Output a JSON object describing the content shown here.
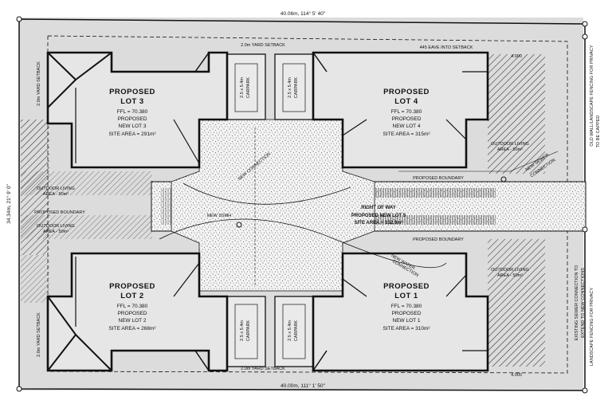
{
  "dimensions": {
    "top": "40.06m, 114° 5' 40\"",
    "bottom": "40.00m, 111° 1' 50\"",
    "left": "34.34m, 21° 9' 0\""
  },
  "setbacks": {
    "top": "2.0m YARD SETBACK",
    "bottom": "2.0m YARD SETBACK",
    "left_top": "2.0m YARD SETBACK",
    "left_bottom": "2.0m YARD SETBACK",
    "eave": "445 EAVE INTO SETBACK",
    "level_a": "4.000",
    "level_b": "4.000"
  },
  "lots": [
    {
      "id": "lot3",
      "title": "PROPOSED",
      "name": "LOT 3",
      "ffl": "FFL = 70.380",
      "sub1": "PROPOSED",
      "sub2": "NEW LOT 3",
      "area": "SITE AREA = 291m²"
    },
    {
      "id": "lot4",
      "title": "PROPOSED",
      "name": "LOT 4",
      "ffl": "FFL = 70.380",
      "sub1": "PROPOSED",
      "sub2": "NEW LOT 4",
      "area": "SITE AREA = 315m²"
    },
    {
      "id": "lot2",
      "title": "PROPOSED",
      "name": "LOT 2",
      "ffl": "FFL = 70.380",
      "sub1": "PROPOSED",
      "sub2": "NEW LOT 2",
      "area": "SITE AREA = 268m²"
    },
    {
      "id": "lot1",
      "title": "PROPOSED",
      "name": "LOT 1",
      "ffl": "FFL = 70.380",
      "sub1": "PROPOSED",
      "sub2": "NEW LOT 1",
      "area": "SITE AREA = 310m²"
    }
  ],
  "carpark": {
    "size": "2.5 x 5.4m",
    "label": "CARPARK"
  },
  "right_of_way": {
    "line1": "RIGHT OF WAY",
    "line2": "PROPOSED NEW LOT 5",
    "line3": "SITE AREA = 152.9m²"
  },
  "labels": {
    "boundary": "PROPOSED BOUNDARY",
    "boundary_short": "PROPOSED BOUNDARY",
    "outdoor_living": "OUTDOOR LIVING",
    "outdoor_area": "AREA - 50m²",
    "new_ssmh": "NEW SSMH",
    "new_water": "NEW WATER",
    "connection": "CONNECTION",
    "new_sewer": "NEW SEWER",
    "new_connection": "NEW CONNECTION"
  },
  "right_side": {
    "fence_note": "OLD WALL/LANDSCAPE FENCING FOR PRIVACY",
    "capped": "TO BE CAPPED",
    "sewer_note": "EXISTING SEWER CONNECTION TO",
    "sewer_note2": "EXTEND TO NEW CONNECTIONS",
    "landscape_note": "LANDSCAPE FENCING FOR PRIVACY"
  }
}
